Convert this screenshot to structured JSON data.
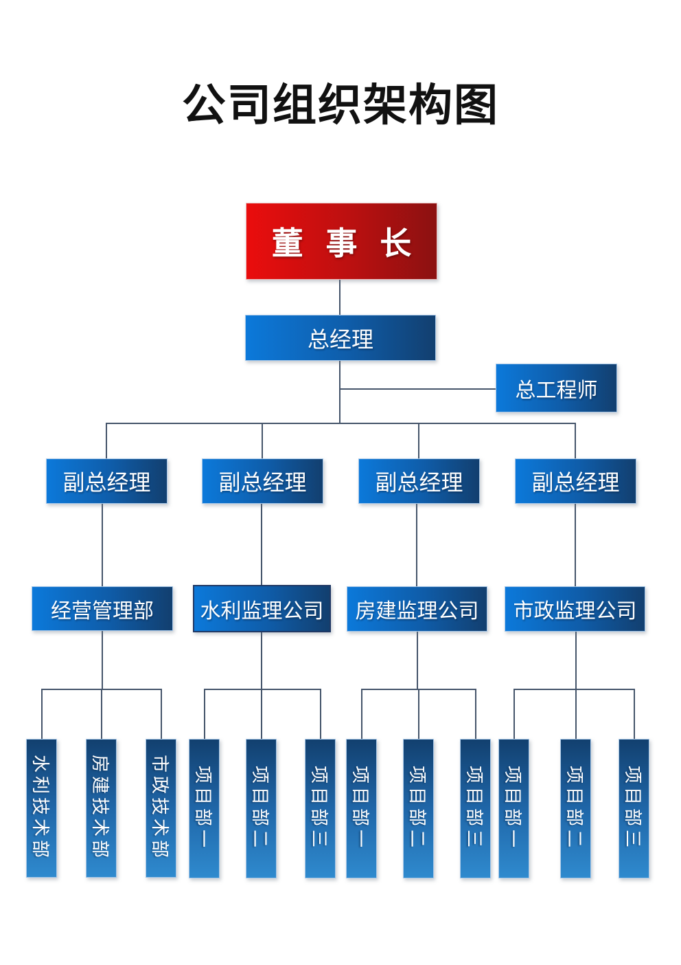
{
  "page": {
    "title": "公司组织架构图"
  },
  "colors": {
    "chairman_gradient_start": "#ea0d0d",
    "chairman_gradient_end": "#8b1111",
    "box_gradient_start": "#0c79da",
    "box_gradient_end": "#123f6f",
    "leaf_gradient_top": "#12406f",
    "leaf_gradient_bottom": "#2f8ace",
    "connector": "#44546a",
    "box_text": "#ffffff",
    "title_text": "#111111",
    "background": "#ffffff"
  },
  "org": {
    "chairman": {
      "label": "董 事 长"
    },
    "general_manager": {
      "label": "总经理"
    },
    "chief_engineer": {
      "label": "总工程师"
    },
    "deputy_managers": [
      {
        "label": "副总经理"
      },
      {
        "label": "副总经理"
      },
      {
        "label": "副总经理"
      },
      {
        "label": "副总经理"
      }
    ],
    "departments": [
      {
        "label": "经营管理部"
      },
      {
        "label": "水利监理公司"
      },
      {
        "label": "房建监理公司"
      },
      {
        "label": "市政监理公司"
      }
    ],
    "leaf_groups": [
      {
        "items": [
          "水利技术部",
          "房建技术部",
          "市政技术部"
        ]
      },
      {
        "items": [
          "项目部一",
          "项目部二",
          "项目部三"
        ]
      },
      {
        "items": [
          "项目部一",
          "项目部二",
          "项目部三"
        ]
      },
      {
        "items": [
          "项目部一",
          "项目部二",
          "项目部三"
        ]
      }
    ]
  }
}
